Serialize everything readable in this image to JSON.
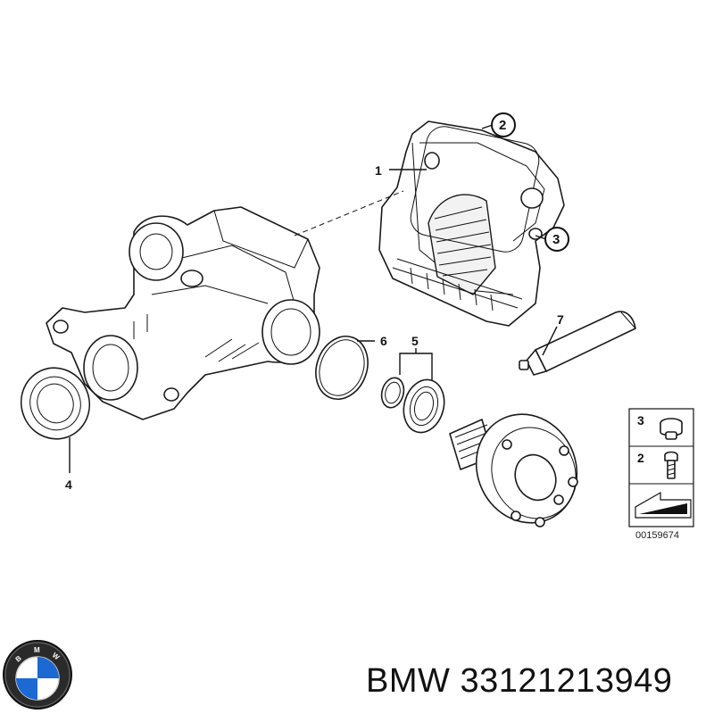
{
  "callouts": {
    "c1": "1",
    "c2": "2",
    "c3": "3",
    "c4": "4",
    "c5": "5",
    "c6": "6",
    "c7": "7"
  },
  "legend": {
    "item_3": "3",
    "item_2": "2"
  },
  "reference_number": "00159674",
  "logo": {
    "letters": "BMW",
    "colors": {
      "blue": "#1c69d4",
      "white": "#ffffff",
      "ring": "#111111"
    }
  },
  "footer": {
    "brand": "BMW",
    "part_number": "33121213949"
  }
}
